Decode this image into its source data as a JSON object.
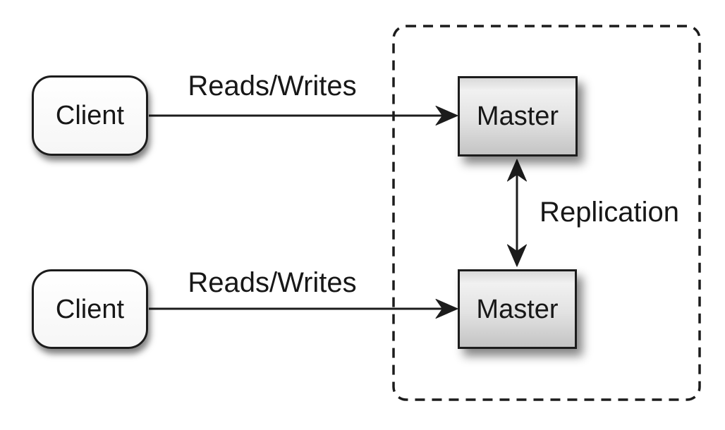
{
  "diagram": {
    "nodes": {
      "client_top": {
        "label": "Client"
      },
      "client_bottom": {
        "label": "Client"
      },
      "master_top": {
        "label": "Master"
      },
      "master_bottom": {
        "label": "Master"
      }
    },
    "edges": {
      "reads_writes_top": {
        "label": "Reads/Writes"
      },
      "reads_writes_bottom": {
        "label": "Reads/Writes"
      },
      "replication": {
        "label": "Replication"
      }
    }
  },
  "colors": {
    "background": "#ffffff",
    "stroke": "#1c1c1c",
    "text": "#171717",
    "client_fill": "#ffffff",
    "master_fill_top": "#f1f1f1",
    "master_fill_bottom": "#c4c4c4"
  }
}
